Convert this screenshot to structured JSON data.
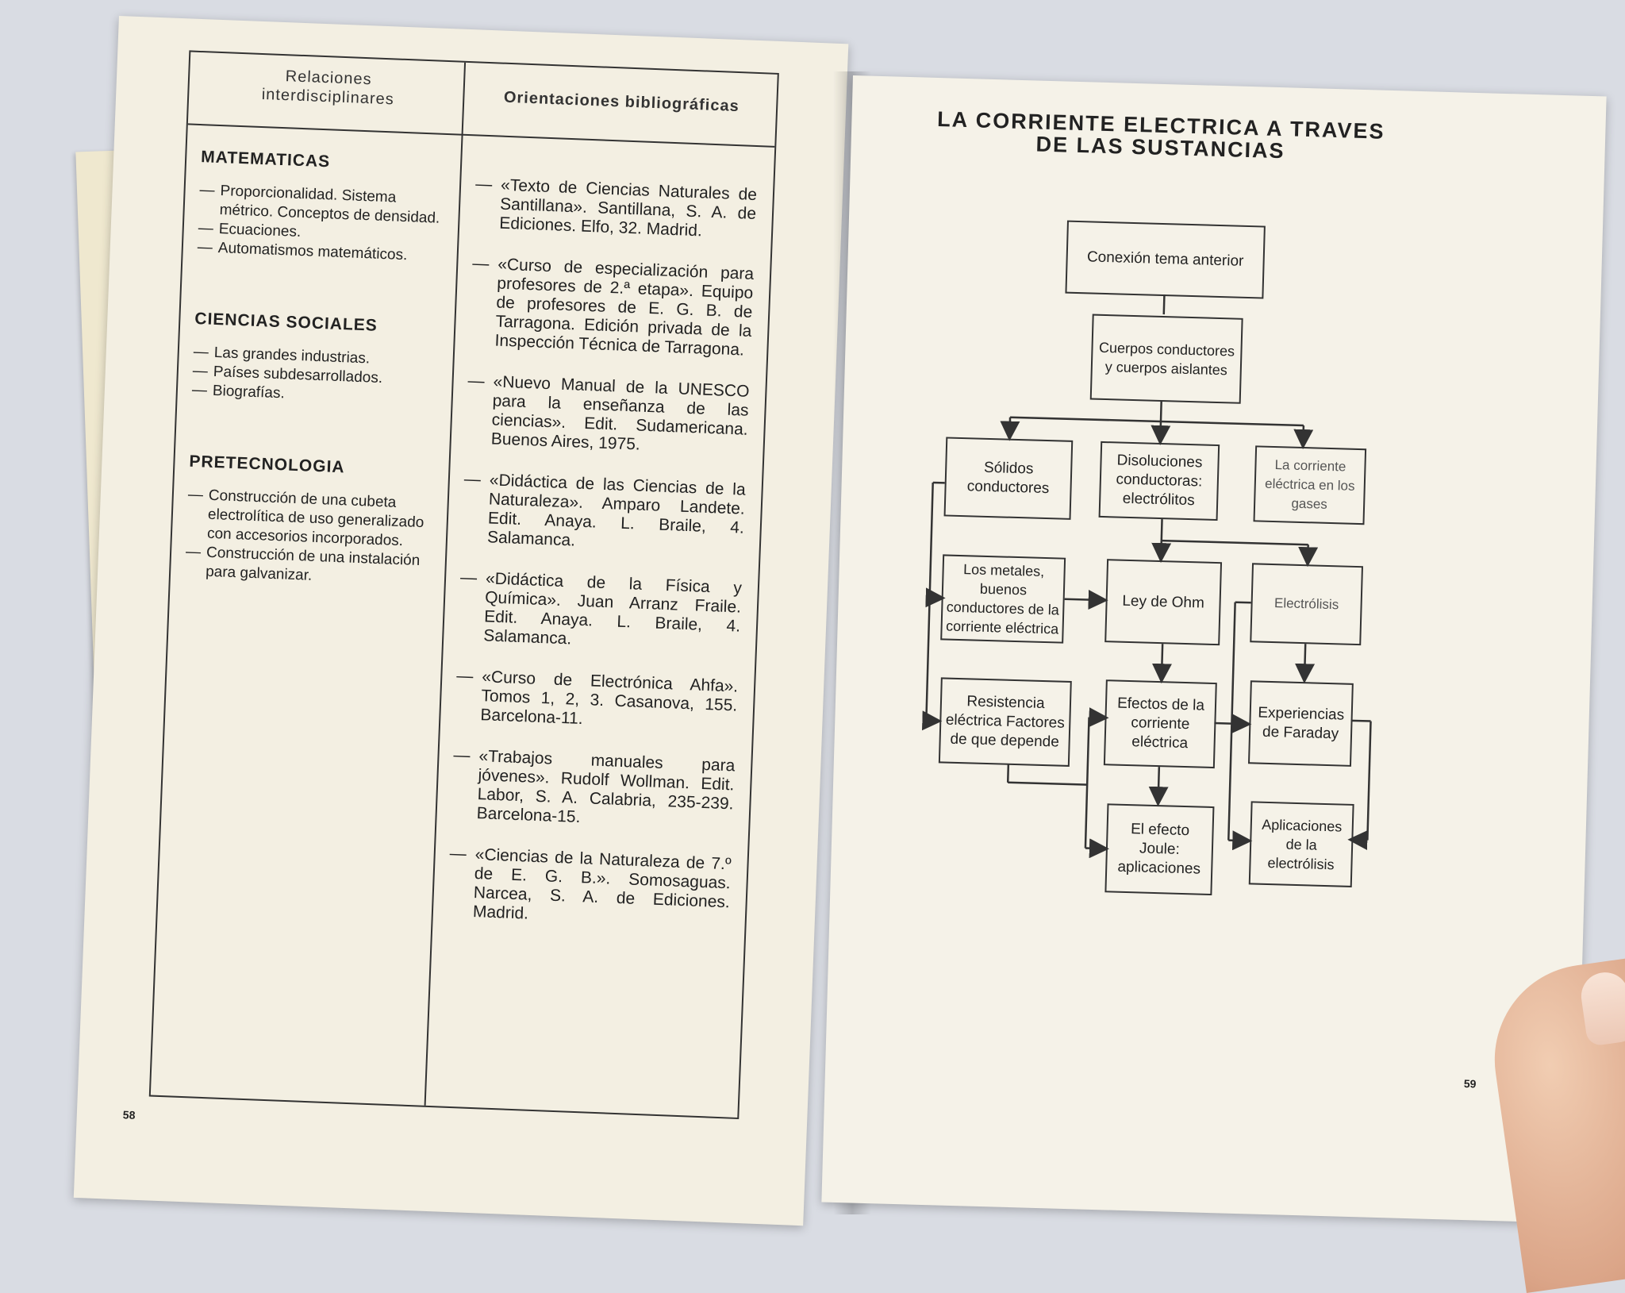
{
  "left_page": {
    "header_col1": "Relaciones interdisciplinares",
    "header_col2": "Orientaciones bibliográficas",
    "sections": [
      {
        "title": "MATEMATICAS",
        "items": [
          "Proporcionalidad. Sistema métrico. Conceptos de densidad.",
          "Ecuaciones.",
          "Automatismos matemáticos."
        ]
      },
      {
        "title": "CIENCIAS SOCIALES",
        "items": [
          "Las grandes industrias.",
          "Países subdesarrollados.",
          "Biografías."
        ]
      },
      {
        "title": "PRETECNOLOGIA",
        "items": [
          "Construcción de una cubeta electrolítica de uso generalizado con accesorios incorporados.",
          "Construcción de una instalación para galvanizar."
        ]
      }
    ],
    "references": [
      "«Texto de Ciencias Naturales de Santillana». Santillana, S. A. de Ediciones. Elfo, 32. Madrid.",
      "«Curso de especialización para profesores de 2.ª etapa». Equipo de profesores de E. G. B. de Tarragona. Edición privada de la Inspección Técnica de Tarragona.",
      "«Nuevo Manual de la UNESCO para la enseñanza de las ciencias». Edit. Sudamericana. Buenos Aires, 1975.",
      "«Didáctica de las Ciencias de la Naturaleza». Amparo Landete. Edit. Anaya. L. Braile, 4. Salamanca.",
      "«Didáctica de la Física y Química». Juan Arranz Fraile. Edit. Anaya. L. Braile, 4. Salamanca.",
      "«Curso de Electrónica Ahfa». Tomos 1, 2, 3. Casanova, 155. Barcelona-11.",
      "«Trabajos manuales para jóvenes». Rudolf Wollman. Edit. Labor, S. A. Calabria, 235-239. Barcelona-15.",
      "«Ciencias de la Naturaleza de 7.º de E. G. B.». Somosaguas. Narcea, S. A. de Ediciones. Madrid."
    ],
    "page_number": "58"
  },
  "right_page": {
    "title_line1": "LA CORRIENTE ELECTRICA A TRAVES",
    "title_line2": "DE LAS SUSTANCIAS",
    "boxes": {
      "conexion": "Conexión tema anterior",
      "cuerpos": "Cuerpos conductores y cuerpos aislantes",
      "solidos": "Sólidos conductores",
      "disoluciones": "Disoluciones conductoras: electrólitos",
      "gases": "La corriente eléctrica en los gases",
      "metales": "Los metales, buenos conductores de la corriente eléctrica",
      "ohm": "Ley de Ohm",
      "electrolisis": "Electrólisis",
      "resistencia": "Resistencia eléctrica Factores de que depende",
      "efectos": "Efectos de la corriente eléctrica",
      "faraday": "Experiencias de Faraday",
      "joule": "El efecto Joule: aplicaciones",
      "aplicaciones": "Aplicaciones de la electrólisis"
    },
    "page_number": "59"
  }
}
